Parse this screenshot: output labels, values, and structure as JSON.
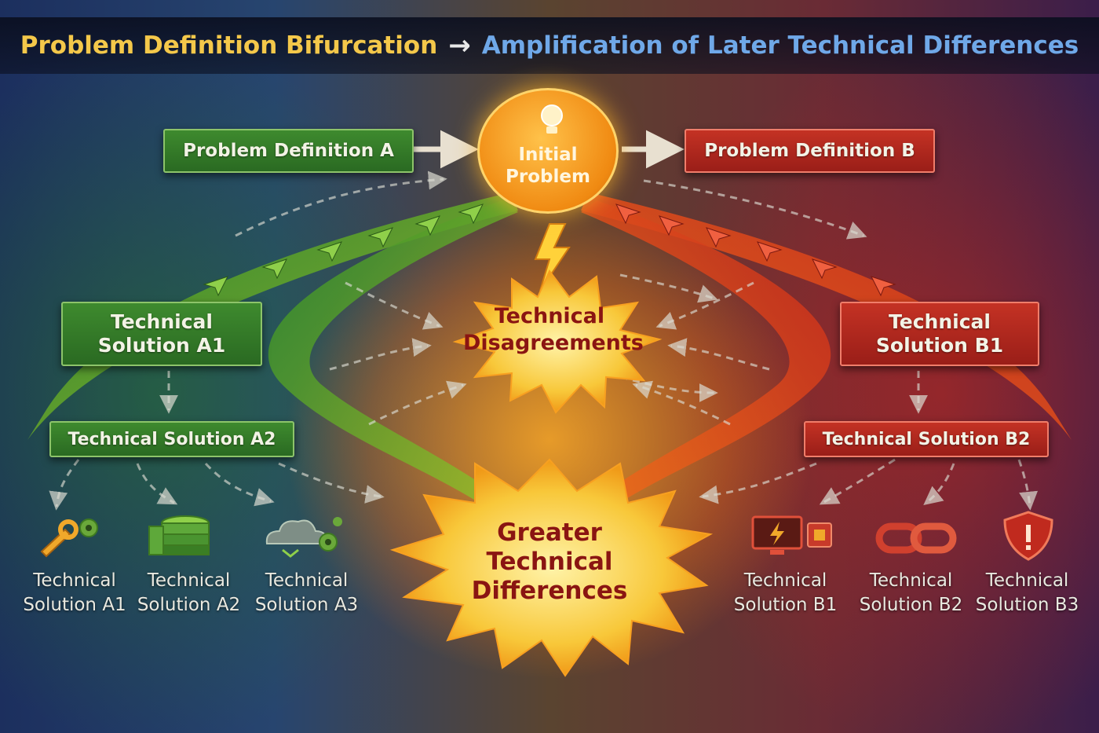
{
  "title": {
    "left": "Problem Definition Bifurcation",
    "arrow": "→",
    "right": "Amplification of Later Technical Differences"
  },
  "center": {
    "initial_problem": "Initial\nProblem",
    "disagreements": "Technical\nDisagreements",
    "greater_differences": "Greater\nTechnical\nDifferences"
  },
  "left_branch": {
    "definition": "Problem Definition A",
    "solution1": "Technical\nSolution A1",
    "solution2": "Technical Solution A2",
    "icons": [
      {
        "icon": "wrench-gear-icon",
        "label": "Technical\nSolution A1"
      },
      {
        "icon": "database-icon",
        "label": "Technical\nSolution A2"
      },
      {
        "icon": "cloud-gear-icon",
        "label": "Technical\nSolution A3"
      }
    ]
  },
  "right_branch": {
    "definition": "Problem Definition B",
    "solution1": "Technical\nSolution B1",
    "solution2": "Technical Solution B2",
    "icons": [
      {
        "icon": "monitor-chip-icon",
        "label": "Technical\nSolution B1"
      },
      {
        "icon": "chain-link-icon",
        "label": "Technical\nSolution B2"
      },
      {
        "icon": "shield-alert-icon",
        "label": "Technical\nSolution B3"
      }
    ]
  },
  "colors": {
    "green": "#2f7a26",
    "red": "#b02a1e",
    "orange": "#f08a12",
    "yellow": "#f4c84a",
    "blue_title": "#6fa8e8"
  }
}
